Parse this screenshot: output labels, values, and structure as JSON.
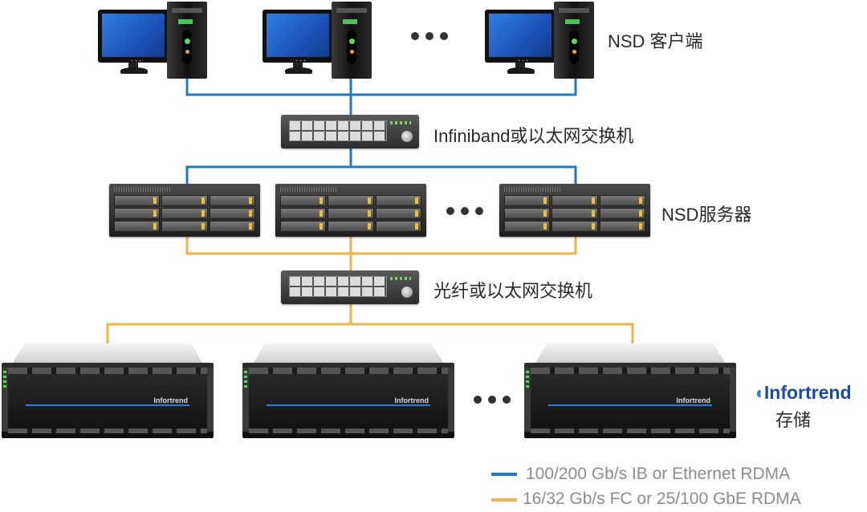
{
  "labels": {
    "clients": "NSD 客户端",
    "network_switch": "Infiniband或以太网交换机",
    "servers": "NSD服务器",
    "fabric_switch": "光纤或以太网交换机",
    "storage_brand": "Infortrend",
    "storage": "存储"
  },
  "device_brand": "Infortrend",
  "legend": [
    {
      "text": "100/200 Gb/s IB or Ethernet RDMA",
      "color": "#1f78c8"
    },
    {
      "text": "16/32 Gb/s FC or 25/100 GbE RDMA",
      "color": "#f0b24a"
    }
  ],
  "colors": {
    "blue_link": "#1f78c8",
    "orange_link": "#f0b24a"
  },
  "icons": [
    "client-pc-icon",
    "network-switch-icon",
    "rack-server-icon",
    "storage-array-icon",
    "ellipsis-icon"
  ]
}
